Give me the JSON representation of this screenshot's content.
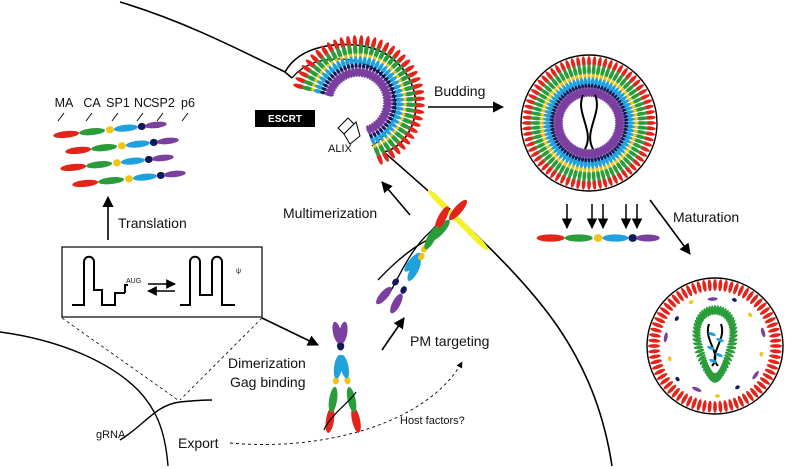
{
  "colors": {
    "MA": "#e3241b",
    "CA": "#2a9d3a",
    "SP1": "#f2c418",
    "NC": "#1ea1dc",
    "SP2": "#101a5a",
    "p6": "#7b3fa0",
    "ESCRT_box": "#000000",
    "membrane_protein": "#f5f22a"
  },
  "gag_domains": [
    "MA",
    "CA",
    "SP1",
    "NC",
    "SP2",
    "p6"
  ],
  "labels": {
    "escrt": "ESCRT",
    "alix": "ALIX",
    "budding": "Budding",
    "translation": "Translation",
    "multimerization": "Multimerization",
    "maturation": "Maturation",
    "pm_targeting": "PM targeting",
    "dimerization": "Dimerization",
    "gag_binding": "Gag binding",
    "grna": "gRNA",
    "export": "Export",
    "host_factors": "Host factors?",
    "aug": "AUG",
    "psi": "ψ"
  }
}
